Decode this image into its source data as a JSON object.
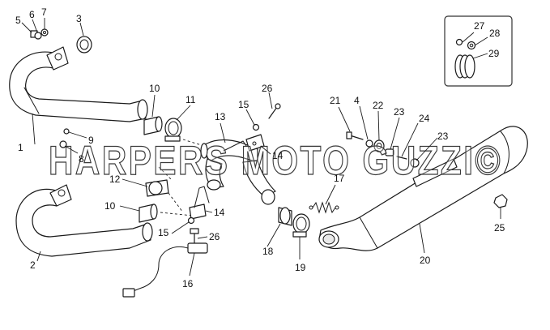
{
  "watermark": "HARPERS MOTO GUZZI©",
  "callouts": [
    "1",
    "2",
    "3",
    "4",
    "5",
    "6",
    "7",
    "8",
    "9",
    "10",
    "10",
    "11",
    "12",
    "13",
    "14",
    "14",
    "15",
    "15",
    "16",
    "17",
    "18",
    "19",
    "20",
    "21",
    "22",
    "23",
    "23",
    "24",
    "25",
    "26",
    "26",
    "27",
    "28",
    "29"
  ]
}
